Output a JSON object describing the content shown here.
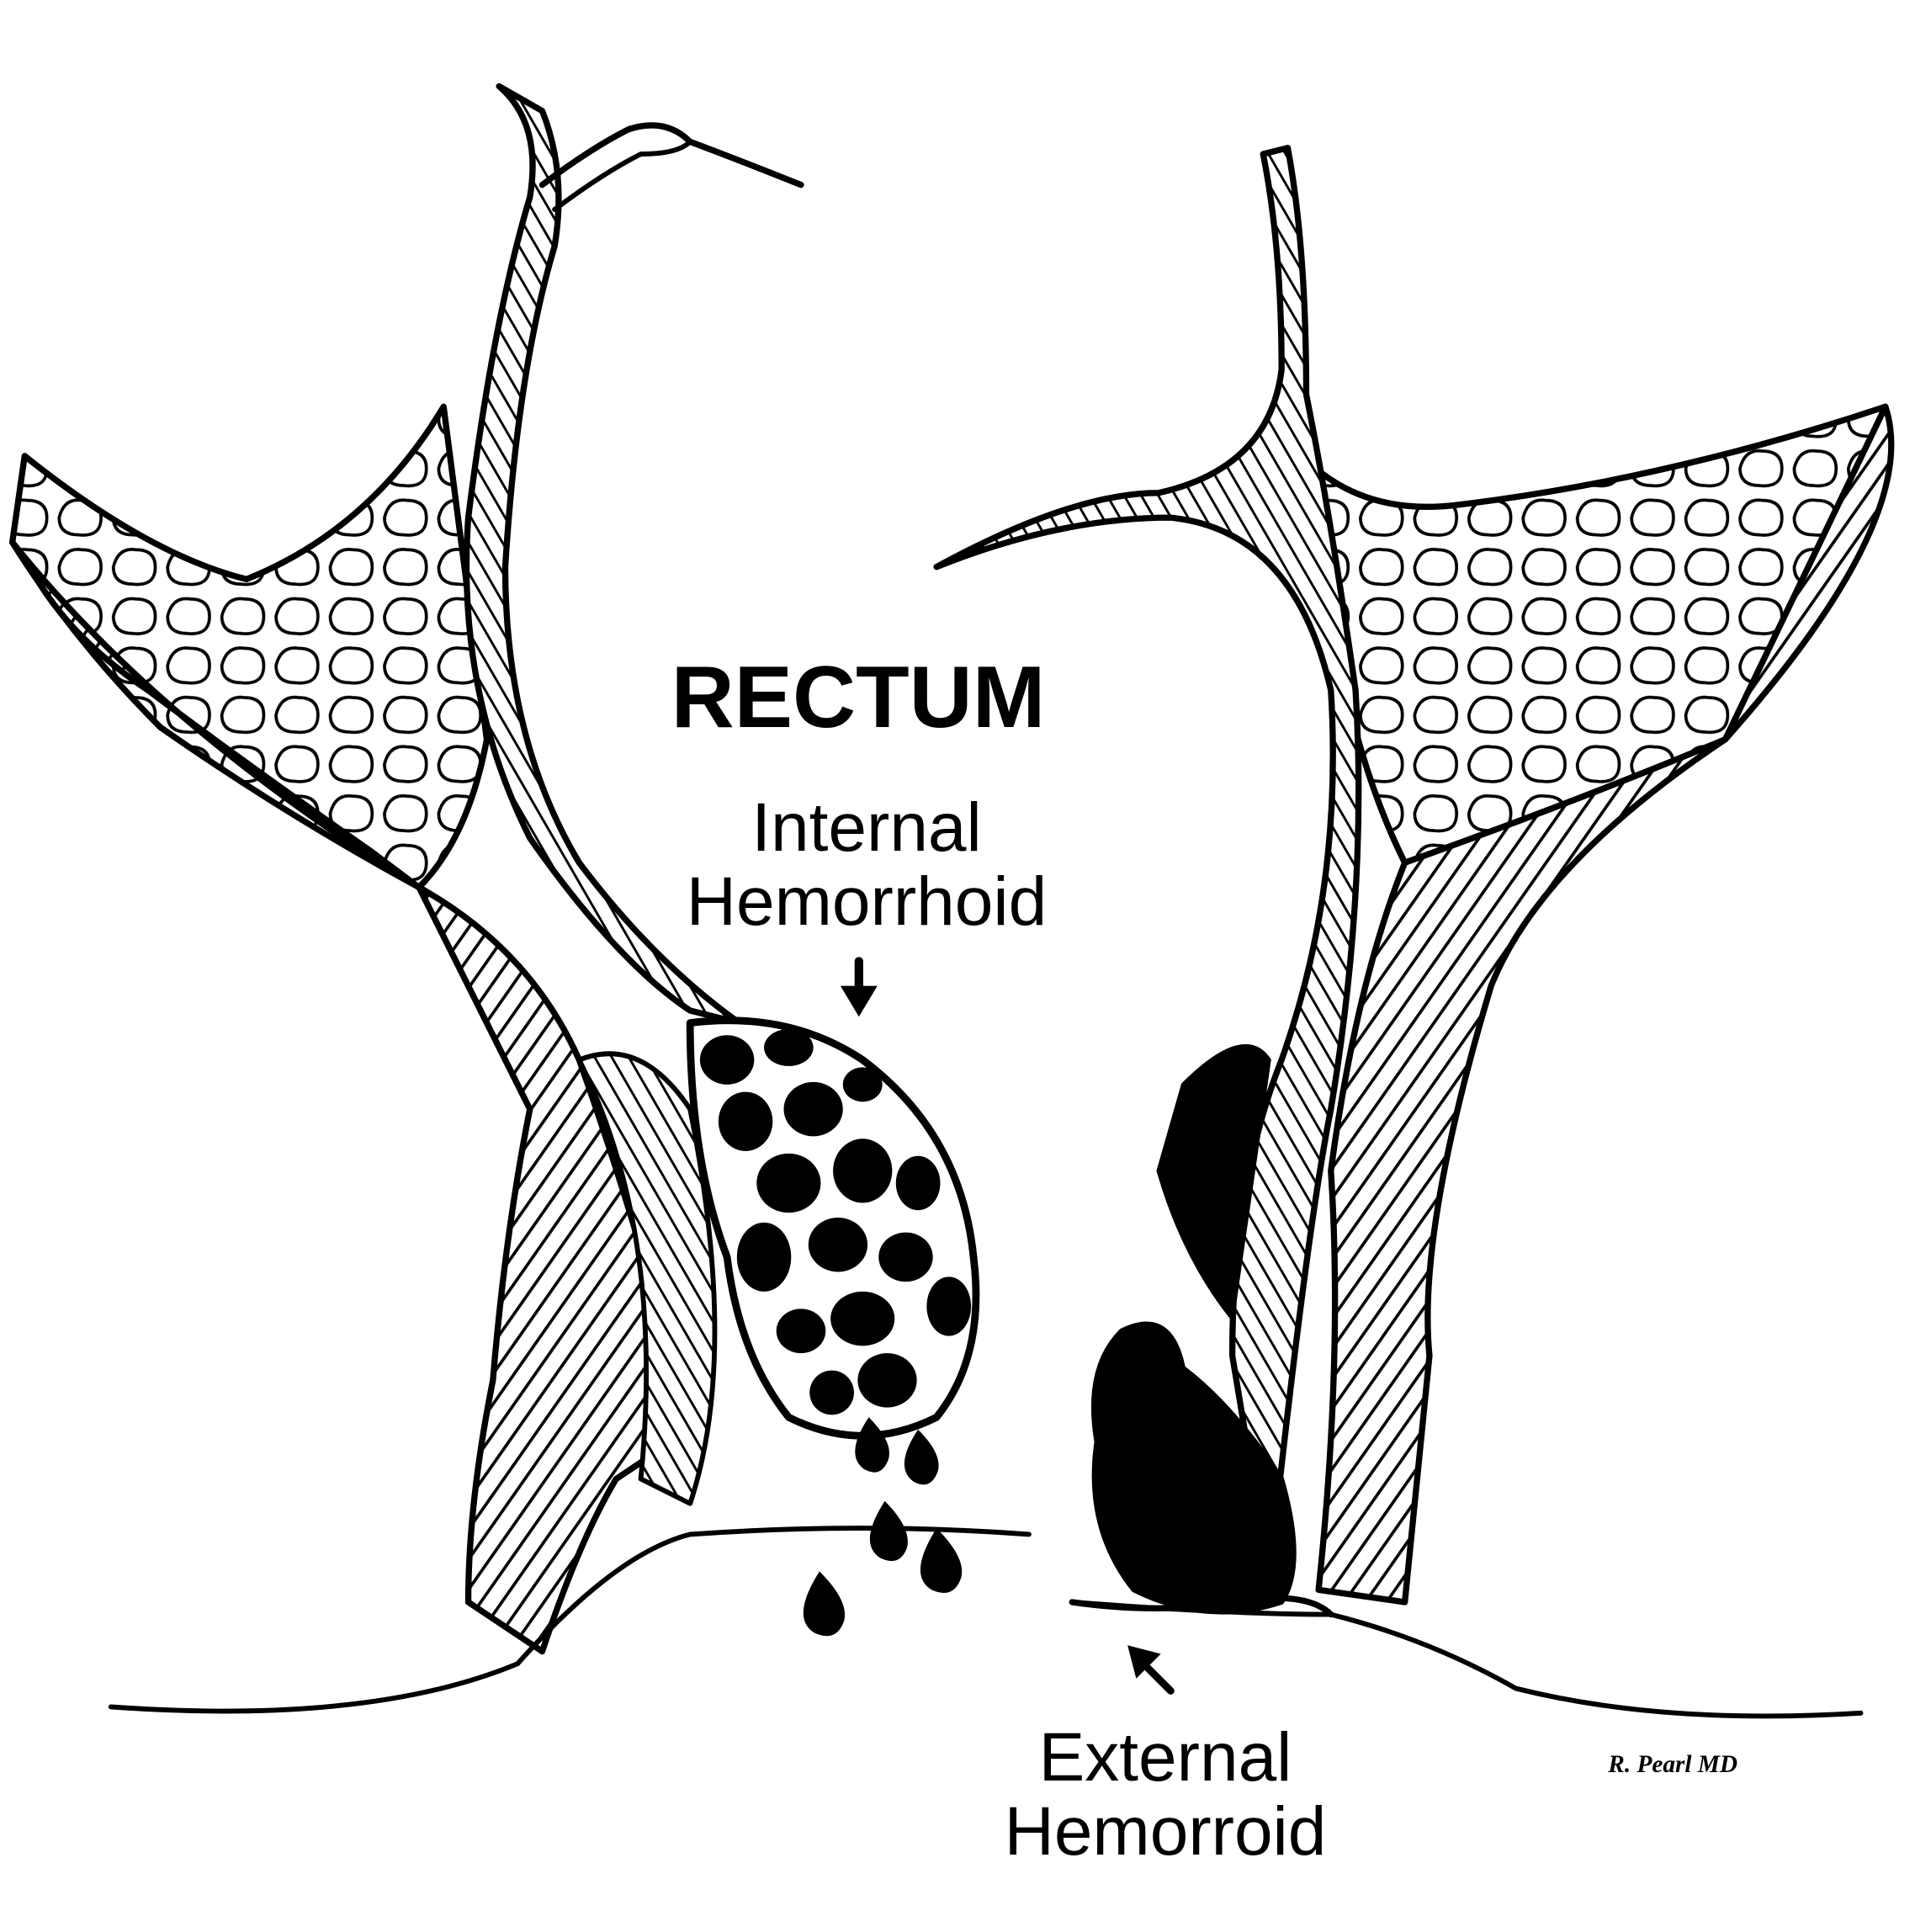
{
  "labels": {
    "rectum": "RECTUM",
    "internal_line1": "Internal",
    "internal_line2": "Hemorrhoid",
    "external_line1": "External",
    "external_line2": "Hemorroid"
  },
  "signature": "R. Pearl MD",
  "colors": {
    "ink": "#000000",
    "background": "#ffffff"
  }
}
